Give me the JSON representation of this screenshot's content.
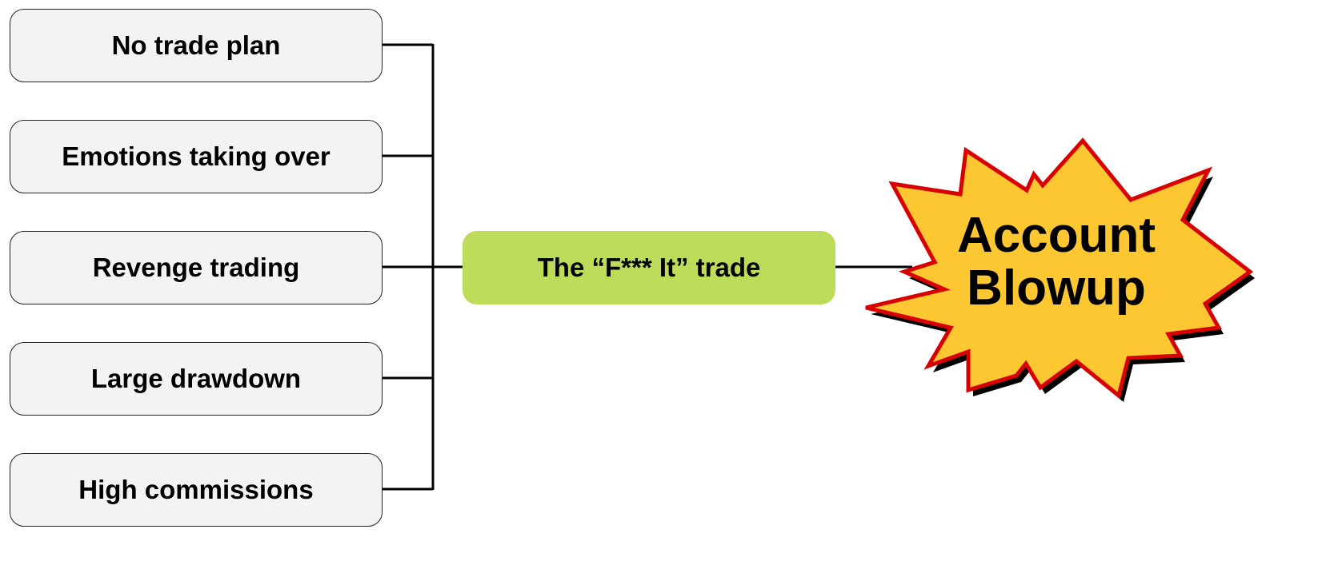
{
  "causes": [
    {
      "label": "No trade plan"
    },
    {
      "label": "Emotions taking over"
    },
    {
      "label": "Revenge trading"
    },
    {
      "label": "Large drawdown"
    },
    {
      "label": "High commissions"
    }
  ],
  "center": {
    "label": "The “F*** It” trade"
  },
  "result": {
    "line1": "Account",
    "line2": "Blowup"
  },
  "colors": {
    "center_fill": "#bddc5a",
    "burst_fill": "#fdc731",
    "burst_stroke": "#d90000",
    "box_fill": "#f3f3f3"
  }
}
